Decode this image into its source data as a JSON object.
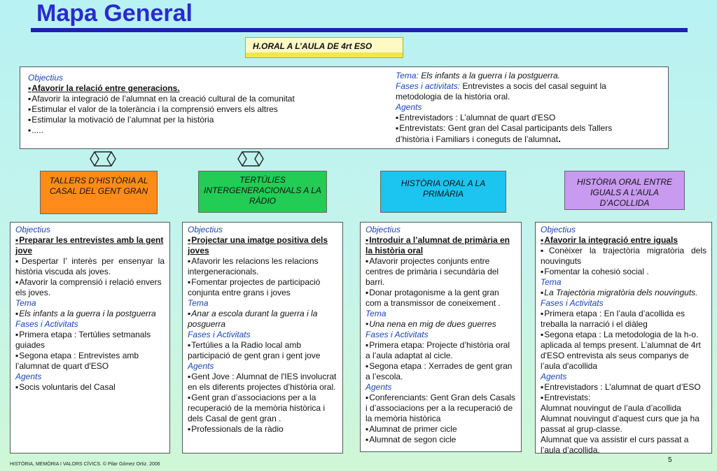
{
  "title": "Mapa General",
  "main_label": "H.ORAL A L’AULA DE 4rt ESO",
  "top": {
    "objectius_label": "Objectius",
    "objectius": [
      "Afavorir la relació entre generacions.",
      "Afavorir la integració de l’alumnat en la creació cultural de la comunitat",
      "Estimular el valor de la tolerància i la comprensió envers els altres",
      "Estimular la motivació de l’alumnat per la història",
      "....."
    ],
    "tema_label": "Tema:",
    "tema": "Els infants  a la guerra i la postguerra.",
    "fases_label": "Fases i activitats:",
    "fases": "Entrevistes a socis del casal seguint la metodologia de la història oral.",
    "agents_label": "Agents",
    "agents": [
      "Entrevistadors : L’alumnat de quart d'ESO",
      "Entrevistats: Gent gran del Casal participants dels Tallers"
    ],
    "agents_tail": "d’història i Familiars i coneguts de l’alumnat",
    "agents_tail_dot": "."
  },
  "heads": [
    "TALLERS D’HISTÒRIA AL CASAL DEL GENT GRAN",
    "TERTÚLIES INTERGENERACIONALS A LA RÀDIO",
    "HISTÒRIA ORAL A LA PRIMÀRIA",
    "HISTÒRIA ORAL ENTRE IGUALS A L’AULA D’ACOLLIDA"
  ],
  "col1": {
    "objectius_label": "Objectius",
    "obj": [
      "Preparar les entrevistes amb la gent jove",
      "Despertar  l’  interès  per  ensenyar  la història viscuda als joves.",
      "Afavorir la comprensió i relació envers els joves."
    ],
    "tema_label": "Tema",
    "tema": "Els infants a la guerra i la postguerra",
    "fases_label": "Fases i Activitats",
    "fases": [
      "Primera etapa : Tertúlies setmanals guiades",
      "Segona etapa : Entrevistes amb l’alumnat de quart d'ESO"
    ],
    "agents_label": "Agents",
    "agents": [
      "Socis voluntaris del Casal"
    ]
  },
  "col2": {
    "objectius_label": "Objectius",
    "obj": [
      "Projectar una imatge positiva dels joves",
      "Afavorir les relacions les relacions intergeneracionals.",
      "Fomentar projectes de participació conjunta entre grans i joves"
    ],
    "tema_label": "Tema",
    "tema": "Anar a escola durant la  guerra i la posguerra",
    "fases_label": "Fases i Activitats",
    "fases": [
      "Tertúlies a la Radio local amb participació de gent gran i gent jove"
    ],
    "agents_label": "Agents",
    "agents": [
      "Gent Jove : Alumnat de l'IES involucrat en els diferents projectes d’història oral.",
      "Gent gran d’associacions per  a la recuperació de la memòria històrica i dels Casal de gent gran .",
      "Professionals de la ràdio"
    ]
  },
  "col3": {
    "objectius_label": "Objectius",
    "obj": [
      "Introduir a l’alumnat de primària en la història oral",
      "Afavorir projectes conjunts entre centres de primària i secundària del barri.",
      "Donar protagonisme a la gent gran com a transmissor de coneixement ."
    ],
    "tema_label": "Tema",
    "tema": "Una nena en mig de dues guerres",
    "fases_label": "Fases i Activitats",
    "fases": [
      "Primera etapa: Projecte d’història oral a l’aula adaptat al cicle.",
      "Segona etapa : Xerrades de gent gran a l’escola."
    ],
    "agents_label": "Agents",
    "agents": [
      "Conferenciants: Gent Gran dels Casals i d’associacions per a la recuperació de la memòria històrica",
      "Alumnat de primer cicle",
      "Alumnat de segon cicle"
    ]
  },
  "col4": {
    "objectius_label": "Objectius",
    "obj": [
      "Afavorir la integració entre iguals",
      "Conèixer  la  trajectòria  migratòria  dels nouvinguts",
      "Fomentar la cohesió social ."
    ],
    "tema_label": "Tema",
    "tema": "La Trajectòria migratòria dels nouvinguts.",
    "fases_label": "Fases i Activitats",
    "fases": [
      "Primera etapa : En l’aula d’acollida es treballa la narració i el diàleg",
      "Segona etapa : La metodologia de la h-o.",
      "aplicada al temps present. L’alumnat de 4rt d'ESO entrevista als seus companys de l’aula d'acollida"
    ],
    "agents_label": "Agents",
    "agents": [
      "Entrevistadors : L’alumnat de quart d’ESO",
      "Entrevistats:",
      "Alumnat nouvingut de l’aula d’acollida",
      "Alumnat nouvingut d’aquest curs que ja ha passat al grup-classe.",
      "Alumnat que va assistir el curs passat a l’aula d’acollida."
    ]
  },
  "footer": "HISTÒRIA, MEMÒRIA I VALORS CÍVICS. ©  Pilar Gómez Ortiz. 2006",
  "page_number": "5"
}
